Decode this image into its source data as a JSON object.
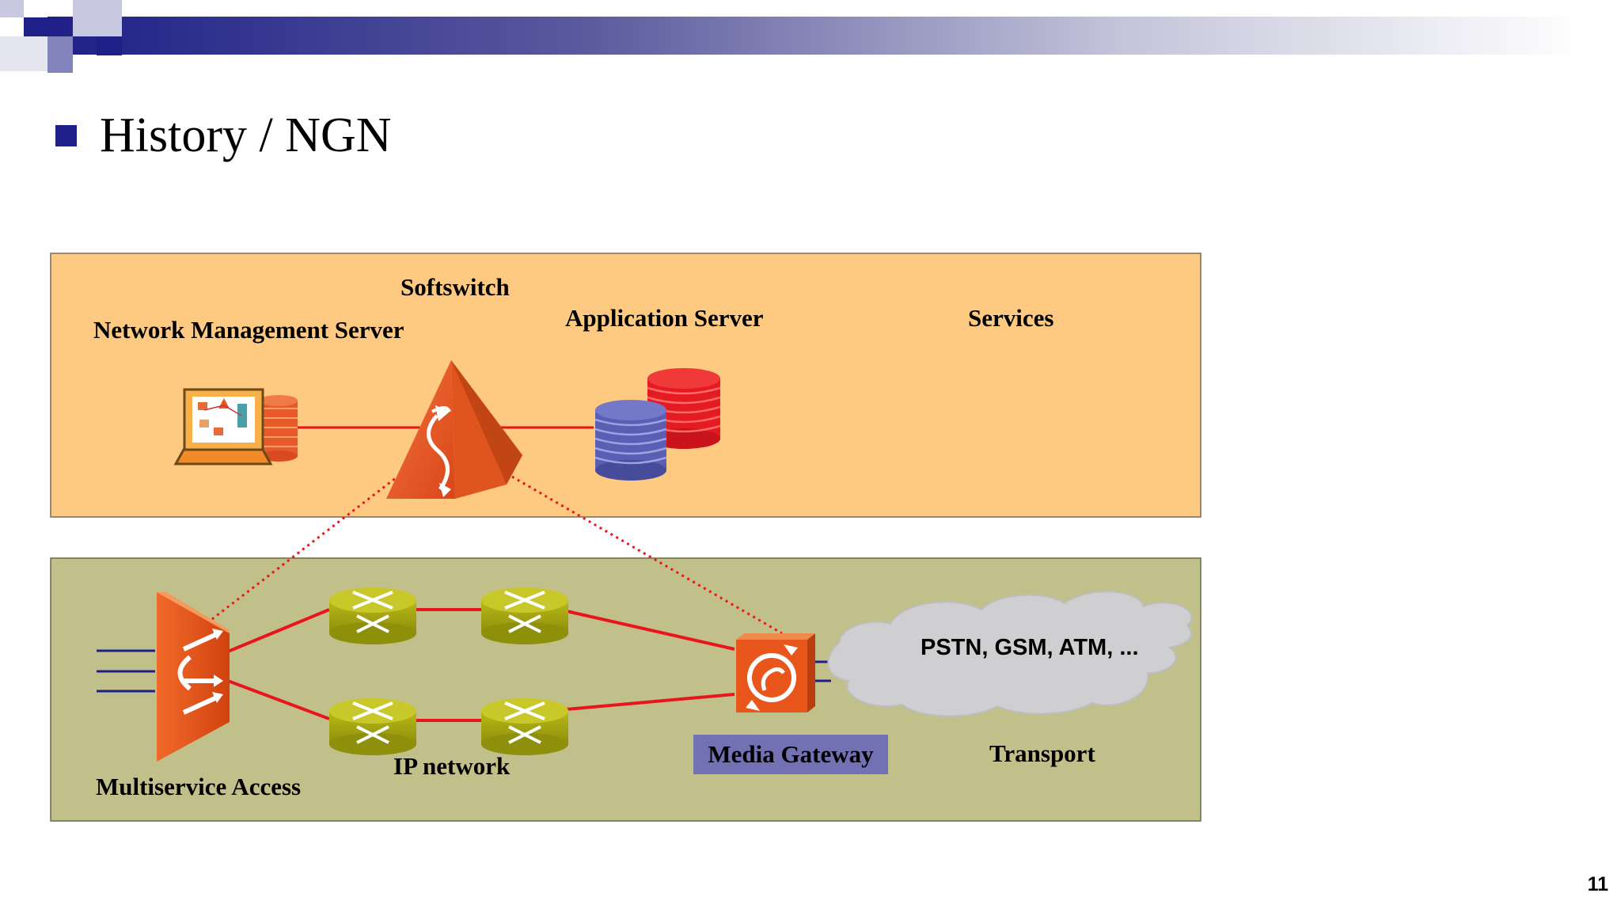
{
  "slide": {
    "title": "History / NGN",
    "page_number": "11"
  },
  "diagram": {
    "services_layer": {
      "label": "Services",
      "network_management_server": "Network Management Server",
      "softswitch": "Softswitch",
      "application_server": "Application Server"
    },
    "transport_layer": {
      "label": "Transport",
      "multiservice_access": "Multiservice Access",
      "ip_network": "IP network",
      "media_gateway": "Media Gateway",
      "cloud_text": "PSTN, GSM, ATM, ..."
    }
  },
  "colors": {
    "banner_navy": "#1f1f88",
    "services_bg": "#fec981",
    "transport_bg": "#c2c08a",
    "router_yellow": "#a8a90c",
    "link_red": "#e8161c",
    "softswitch_orange": "#e8561c",
    "db_blue": "#5b5fb4",
    "db_red": "#e51b22",
    "media_gateway_box": "#7171b3",
    "cloud_gray": "#cfcfd2"
  }
}
